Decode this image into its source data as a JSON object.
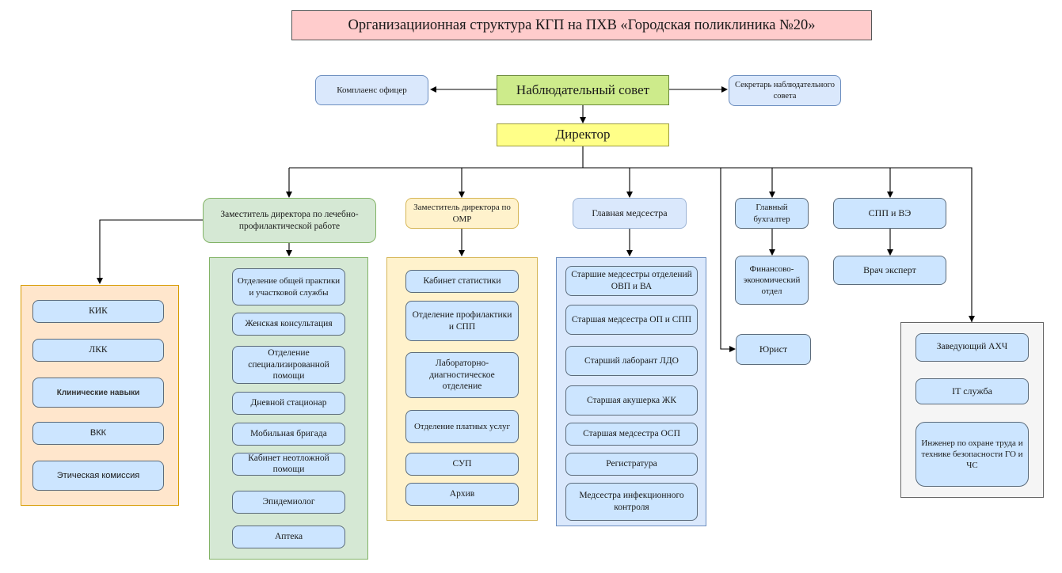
{
  "title": "Организациионная структура КГП на ПХВ «Городская поликлиника №20»",
  "top": {
    "board": "Наблюдательный совет",
    "compliance": "Комплаенс офицер",
    "board_secretary": "Секретарь наблюдательного совета",
    "director": "Директор"
  },
  "branches": {
    "deputy_medical": {
      "label": "Заместитель директора по лечебно-профилактической работе",
      "committees": [
        "КИК",
        "ЛКК",
        "Клинические навыки",
        "ВКК",
        "Этическая комиссия"
      ],
      "units": [
        "Отделение общей практики и участковой службы",
        "Женская консультация",
        "Отделение специализированной помощи",
        "Дневной стационар",
        "Мобильная бригада",
        "Кабинет неотложной помощи",
        "Эпидемиолог",
        "Аптека"
      ]
    },
    "deputy_omr": {
      "label": "Заместитель директора по ОМР",
      "units": [
        "Кабинет статистики",
        "Отделение профилактики и СПП",
        "Лабораторно-диагностическое отделение",
        "Отделение платных услуг",
        "СУП",
        "Архив"
      ]
    },
    "head_nurse": {
      "label": "Главная медсестра",
      "units": [
        "Старшие медсестры отделений ОВП и ВА",
        "Старшая медсестра ОП и СПП",
        "Старший лаборант ЛДО",
        "Старшая акушерка ЖК",
        "Старшая медсестра ОСП",
        "Регистратура",
        "Медсестра инфекционного контроля"
      ]
    },
    "chief_accountant": {
      "label": "Главный бухгалтер",
      "units": [
        "Финансово-экономический отдел"
      ]
    },
    "lawyer": {
      "label": "Юрист"
    },
    "spp": {
      "label": "СПП и ВЭ",
      "units": [
        "Врач эксперт"
      ]
    },
    "admin": {
      "units": [
        "Заведующий АХЧ",
        "IT служба",
        "Инженер по охране труда и технике безопасности ГО и ЧС"
      ]
    }
  }
}
